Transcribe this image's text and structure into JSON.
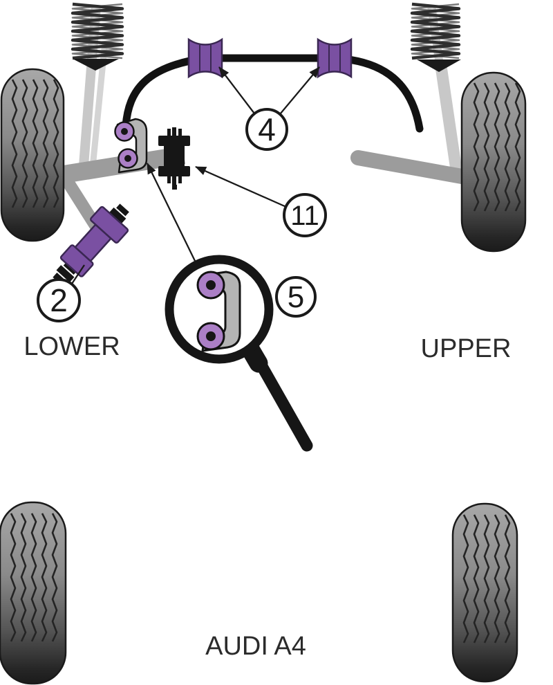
{
  "diagram": {
    "labels": {
      "lower": "LOWER",
      "upper": "UPPER",
      "model": "AUDI A4"
    },
    "callouts": [
      {
        "number": "4",
        "target": "anti-roll-bar-bushes"
      },
      {
        "number": "11",
        "target": "mount-bush-block"
      },
      {
        "number": "2",
        "target": "tie-bar-front-bush"
      },
      {
        "number": "5",
        "target": "link-bracket-bushes"
      }
    ],
    "colors": {
      "bush_purple": "#7a50a2",
      "bush_light_purple": "#ab7fc6",
      "outline": "#1a1a1a",
      "arm_gray": "#9c9c9c",
      "strut_gray": "#c8c8c8",
      "bracket_gray": "#b4b4b4",
      "background": "#ffffff"
    }
  }
}
